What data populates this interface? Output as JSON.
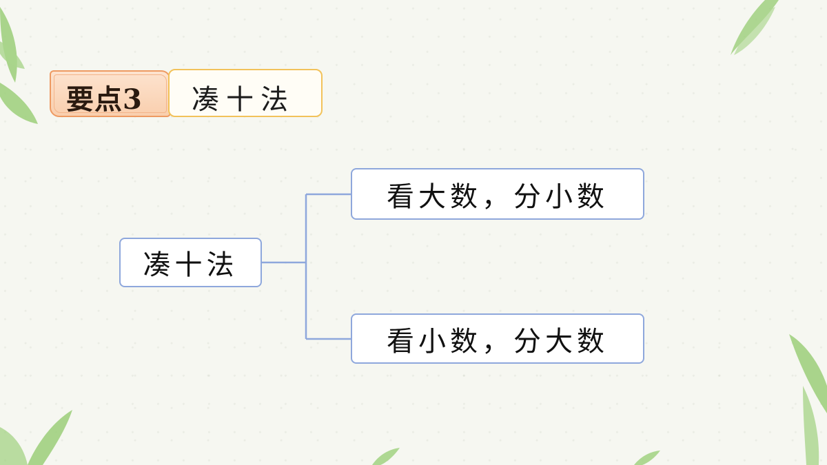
{
  "header": {
    "tag_label": "要点3",
    "title": "凑十法"
  },
  "diagram": {
    "root": "凑十法",
    "branches": [
      "看大数，分小数",
      "看小数，分大数"
    ]
  },
  "colors": {
    "background": "#f6f7f1",
    "leaf_green": "#9ccf7a",
    "node_border": "#8ea7dc",
    "tag_fill": "#f9cfae",
    "tag_border": "#ee9a62",
    "title_border": "#f2c25a"
  }
}
